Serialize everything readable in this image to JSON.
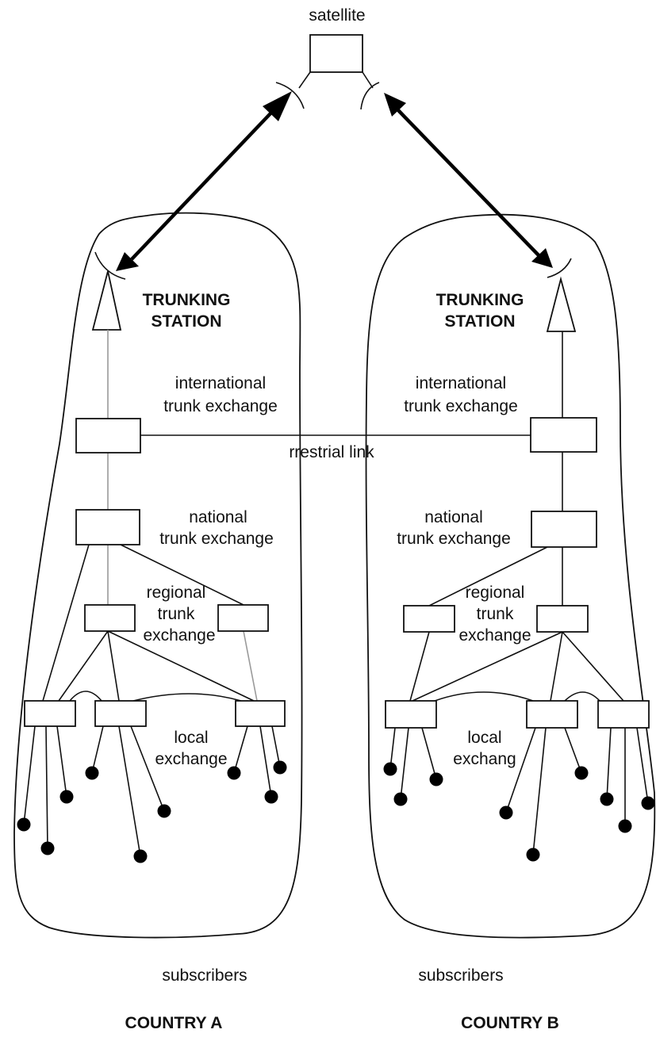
{
  "labels": {
    "satellite": "satellite",
    "trunking_station_a_line1": "TRUNKING",
    "trunking_station_a_line2": "STATION",
    "trunking_station_b_line1": "TRUNKING",
    "trunking_station_b_line2": "STATION",
    "intl_a_line1": "international",
    "intl_a_line2": "trunk exchange",
    "intl_b_line1": "international",
    "intl_b_line2": "trunk exchange",
    "terrestrial_link": "rrestrial link",
    "national_a_line1": "national",
    "national_a_line2": "trunk exchange",
    "national_b_line1": "national",
    "national_b_line2": "trunk exchange",
    "regional_a_line1": "regional",
    "regional_a_line2": "trunk",
    "regional_a_line3": "exchange",
    "regional_b_line1": "regional",
    "regional_b_line2": "trunk",
    "regional_b_line3": "exchange",
    "local_a_line1": "local",
    "local_a_line2": "exchange",
    "local_b_line1": "local",
    "local_b_line2": "exchang",
    "subscribers_a": "subscribers",
    "subscribers_b": "subscribers",
    "country_a": "COUNTRY A",
    "country_b": "COUNTRY B"
  },
  "colors": {
    "ink": "#111111",
    "grey_link": "#9a9a9a",
    "background": "#ffffff"
  }
}
